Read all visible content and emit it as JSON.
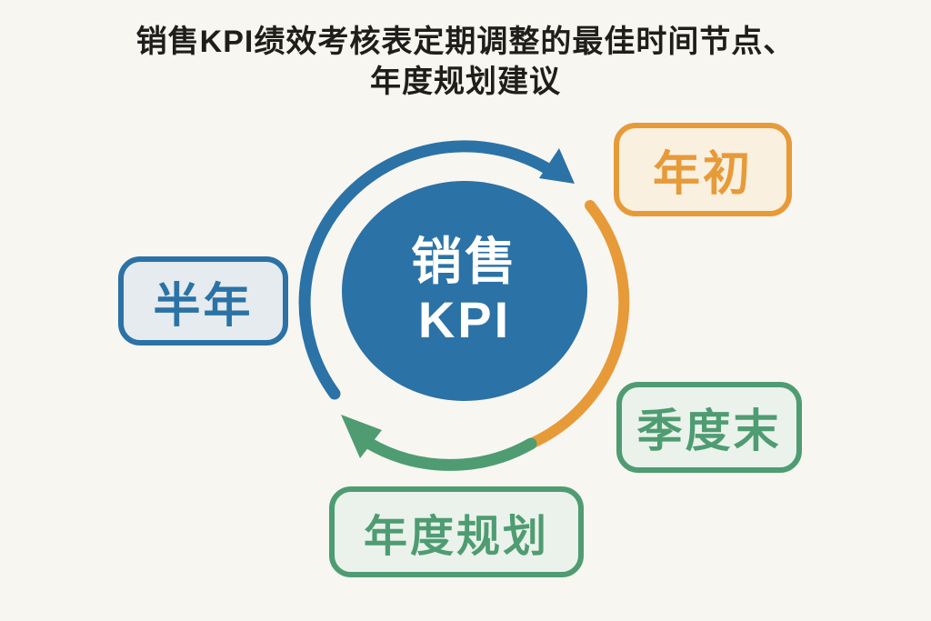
{
  "title": {
    "line1": "销售KPI绩效考核表定期调整的最佳时间节点、",
    "line2": "年度规划建议"
  },
  "center": {
    "line1": "销售",
    "line2": "KPI"
  },
  "nodes": [
    {
      "id": "year-start",
      "label": "年初",
      "color": "#e79a38"
    },
    {
      "id": "half-year",
      "label": "半年",
      "color": "#2b72a6"
    },
    {
      "id": "quarter-end",
      "label": "季度末",
      "color": "#4f9c72"
    },
    {
      "id": "annual-plan",
      "label": "年度规划",
      "color": "#4f9c72"
    }
  ],
  "cycle": {
    "direction": "clockwise",
    "segments": [
      {
        "name": "top-arc",
        "color": "#2b72a6",
        "arrowhead": true
      },
      {
        "name": "right-arc",
        "color": "#e79a38",
        "arrowhead": false
      },
      {
        "name": "bottom-arc",
        "color": "#4f9c72",
        "arrowhead": true
      }
    ]
  },
  "colors": {
    "background": "#f8f6f1",
    "blue": "#2b72a6",
    "orange": "#e79a38",
    "green": "#4f9c72",
    "title_text": "#201e1b",
    "center_text": "#ffffff",
    "orange_box_bg": "#faf0df",
    "blue_box_bg": "#e5ebee",
    "green_box_bg": "#eaf2eb"
  }
}
